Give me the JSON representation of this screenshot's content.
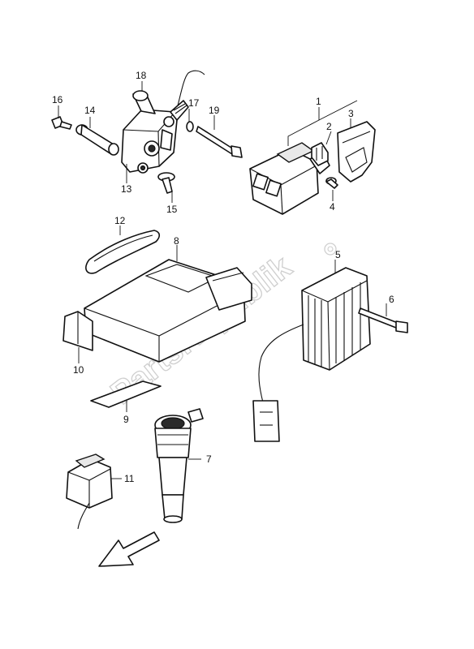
{
  "watermark": "PartsRepublik",
  "callouts": {
    "c1": "1",
    "c2": "2",
    "c3": "3",
    "c4": "4",
    "c5": "5",
    "c6": "6",
    "c7": "7",
    "c8": "8",
    "c9": "9",
    "c10": "10",
    "c11": "11",
    "c12": "12",
    "c13": "13",
    "c14": "14",
    "c15": "15",
    "c16": "16",
    "c17": "17",
    "c18": "18",
    "c19": "19"
  },
  "arrow_icon": "front-direction-arrow-icon"
}
